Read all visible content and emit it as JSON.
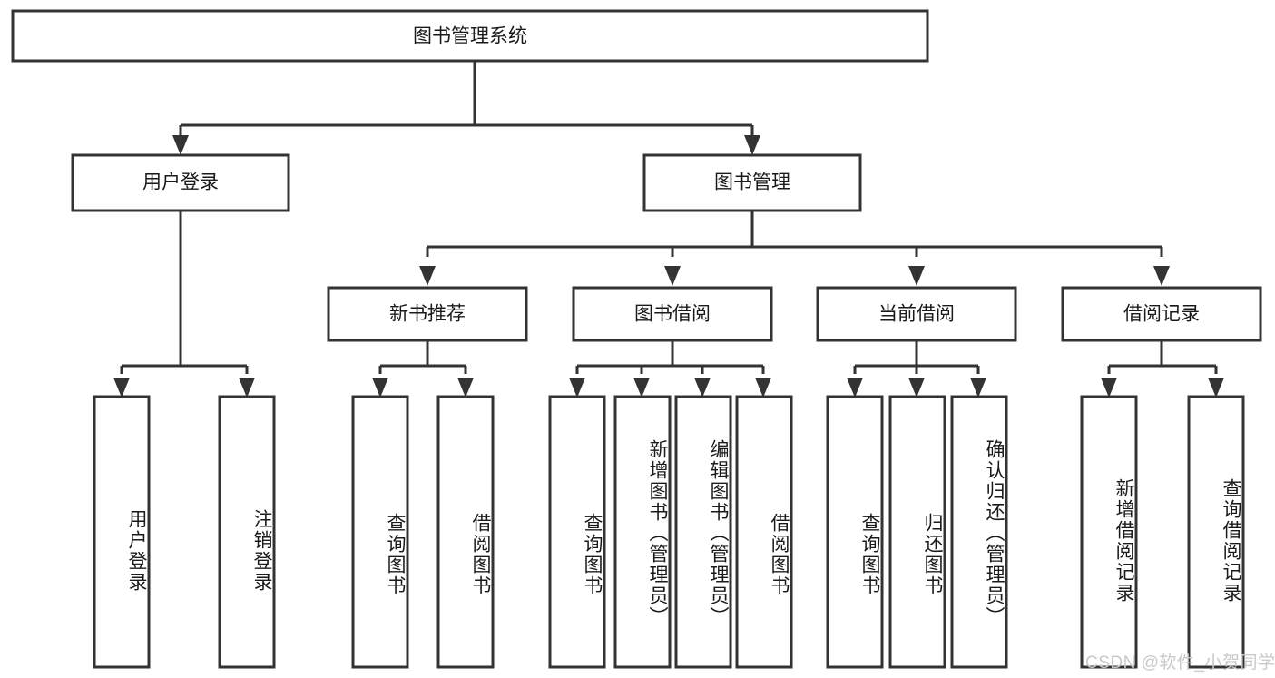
{
  "diagram": {
    "title": "图书管理系统",
    "watermark": "CSDN @软件_小贺同学",
    "colors": {
      "stroke": "#333333",
      "fill": "#ffffff",
      "text": "#1a1a1a",
      "watermark": "#c9c9c9"
    },
    "levels": {
      "root": {
        "label": "图书管理系统"
      },
      "level2": [
        {
          "label": "用户登录"
        },
        {
          "label": "图书管理"
        }
      ],
      "level3": [
        {
          "label": "新书推荐"
        },
        {
          "label": "图书借阅"
        },
        {
          "label": "当前借阅"
        },
        {
          "label": "借阅记录"
        }
      ],
      "leaves": {
        "user_login": [
          {
            "label": "用户登录"
          },
          {
            "label": "注销登录"
          }
        ],
        "new_book_recommend": [
          {
            "label": "查询图书"
          },
          {
            "label": "借阅图书"
          }
        ],
        "book_borrow": [
          {
            "label": "查询图书"
          },
          {
            "label": "新增图书（管理员）"
          },
          {
            "label": "编辑图书（管理员）"
          },
          {
            "label": "借阅图书"
          }
        ],
        "current_borrow": [
          {
            "label": "查询图书"
          },
          {
            "label": "归还图书"
          },
          {
            "label": "确认归还（管理员）"
          }
        ],
        "borrow_record": [
          {
            "label": "新增借阅记录"
          },
          {
            "label": "查询借阅记录"
          }
        ]
      }
    }
  }
}
